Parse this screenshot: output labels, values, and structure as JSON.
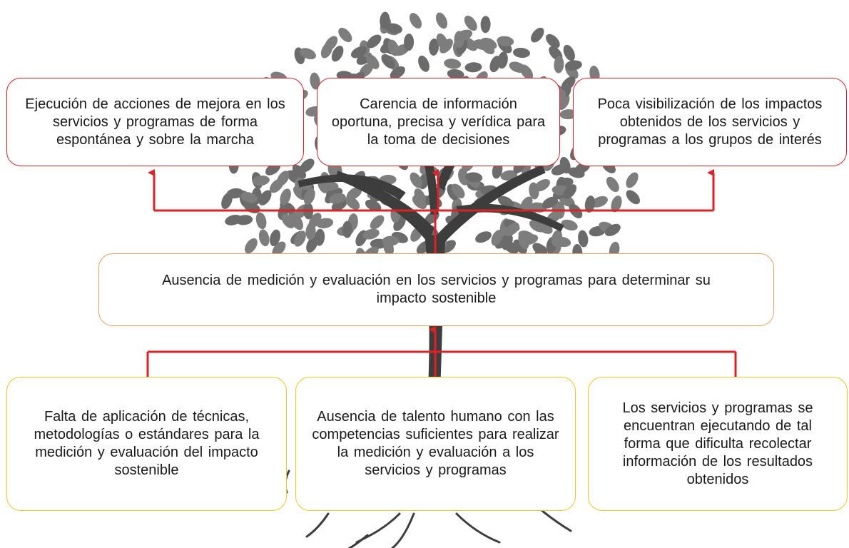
{
  "effects": [
    {
      "text": "Ejecución de acciones de mejora en los servicios y programas de forma espontánea y sobre la marcha"
    },
    {
      "text": "Carencia de información oportuna, precisa y verídica para la toma de decisiones"
    },
    {
      "text": "Poca visibilización de los impactos obtenidos de los servicios y programas a los grupos de interés"
    }
  ],
  "problem": {
    "text": "Ausencia de medición y evaluación en los servicios y programas para determinar su impacto sostenible"
  },
  "causes": [
    {
      "text": "Falta de aplicación de técnicas, metodologías o estándares para la medición y evaluación del impacto sostenible"
    },
    {
      "text": "Ausencia de talento humano con las competencias suficientes para realizar la medición y evaluación a los servicios y programas"
    },
    {
      "text": "Los servicios y programas se encuentran ejecutando de tal forma que dificulta recolectar información de los resultados obtenidos"
    }
  ],
  "colors": {
    "arrow": "#e31e24",
    "effect_border": "#e31e24",
    "problem_border": "#f0a05a",
    "cause_border": "#f5c518",
    "tree": "#4a4a4a",
    "leaves": "#6b6b6b"
  },
  "background_image": "tree-icon"
}
